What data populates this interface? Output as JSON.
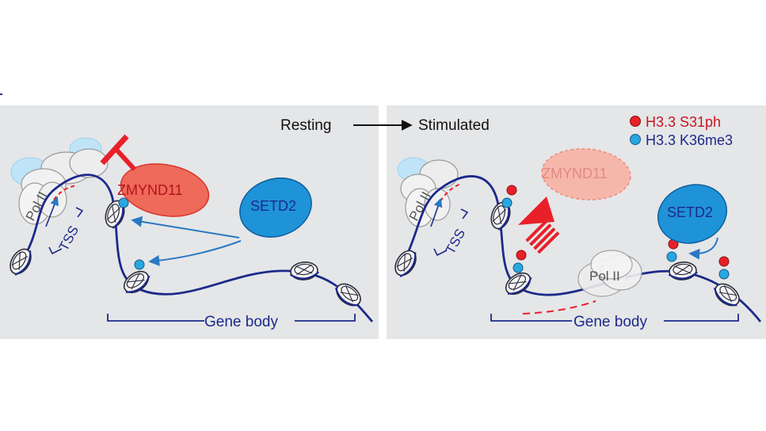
{
  "header": {
    "resting": "Resting",
    "stimulated": "Stimulated"
  },
  "legend": {
    "s31ph": "H3.3 S31ph",
    "k36me3": "H3.3 K36me3"
  },
  "left_panel": {
    "zmynd11": "ZMYND11",
    "setd2": "SETD2",
    "pol": "Pol II",
    "tss": "TSS",
    "gene_body": "Gene body"
  },
  "right_panel": {
    "zmynd11": "ZMYND11",
    "setd2": "SETD2",
    "pol_tss": "Pol II",
    "pol_body": "Pol II",
    "tss": "TSS",
    "gene_body": "Gene body"
  },
  "colors": {
    "panel_bg": "#e5e6e8",
    "dna": "#1c2a8a",
    "zmynd11": "#ef6a5a",
    "setd2": "#1f93d8",
    "phospho": "#e8202a",
    "methyl": "#2aa6e0"
  }
}
